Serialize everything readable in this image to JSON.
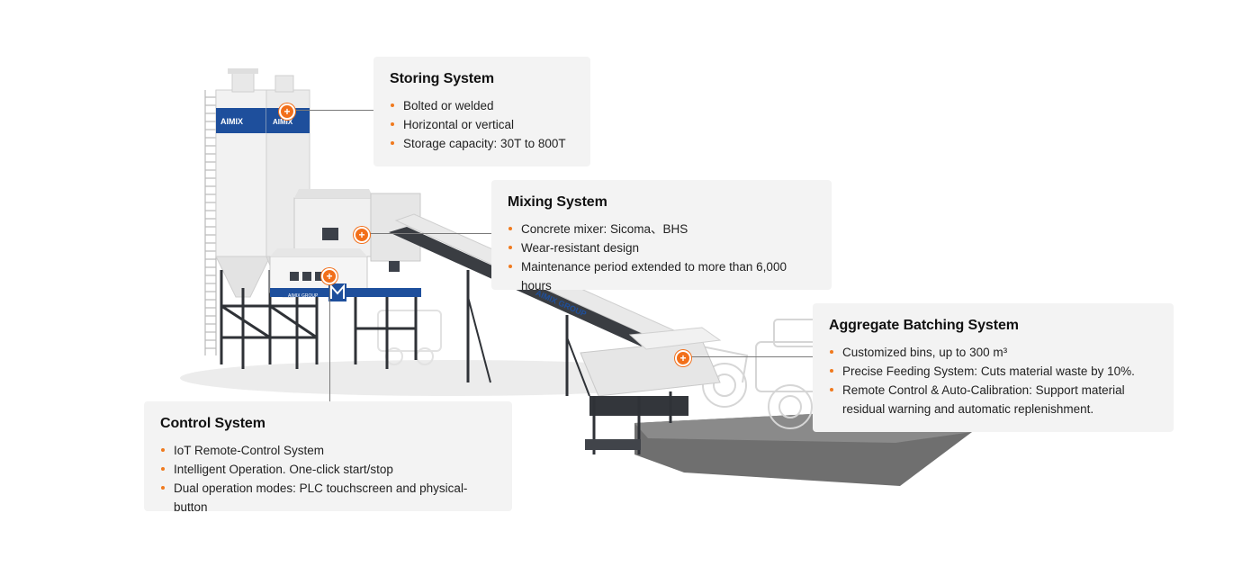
{
  "colors": {
    "accent": "#f26f1a",
    "card_bg": "#f3f3f3",
    "silo_band": "#1e4f9c"
  },
  "icons": {
    "hotspot": "plus-icon"
  },
  "silo_brand": "AIMIX",
  "plant_label": "AIMIX GROUP",
  "conveyor_label": "AIMIX GROUP",
  "cards": {
    "storing": {
      "title": "Storing System",
      "items": [
        "Bolted or welded",
        "Horizontal or vertical",
        "Storage capacity: 30T to 800T"
      ]
    },
    "mixing": {
      "title": "Mixing System",
      "items": [
        "Concrete mixer: Sicoma、BHS",
        "Wear-resistant design",
        "Maintenance period extended to more than 6,000 hours"
      ]
    },
    "aggregate": {
      "title": "Aggregate Batching System",
      "items": [
        "Customized bins, up to 300 m³",
        "Precise Feeding System: Cuts material waste by 10%.",
        "Remote Control & Auto-Calibration: Support material residual warning and automatic replenishment."
      ]
    },
    "control": {
      "title": "Control System",
      "items": [
        "IoT Remote-Control System",
        "Intelligent Operation. One-click start/stop",
        "Dual operation modes: PLC touchscreen and physical-button"
      ]
    }
  },
  "hotspot_symbol": "+"
}
